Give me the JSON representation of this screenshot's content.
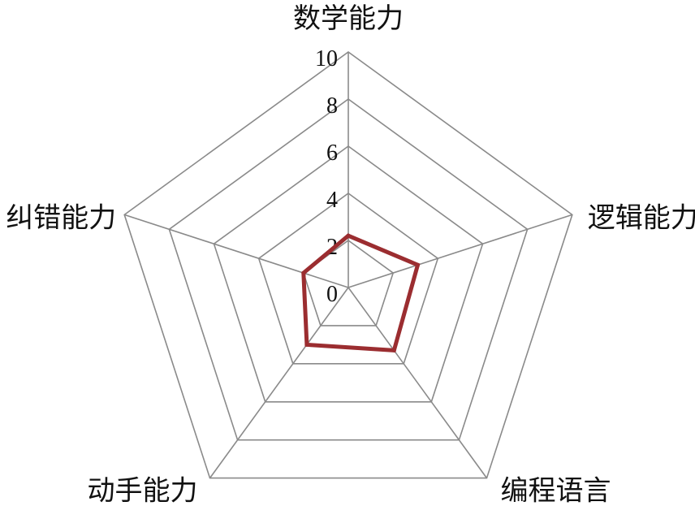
{
  "chart_data": {
    "type": "radar",
    "categories": [
      "数学能力",
      "逻辑能力",
      "编程语言",
      "动手能力",
      "纠错能力"
    ],
    "series": [
      {
        "values": [
          2.2,
          3.1,
          3.3,
          3.0,
          2.0
        ]
      }
    ],
    "r_ticks": [
      "0",
      "2",
      "4",
      "6",
      "8",
      "10"
    ],
    "r_range": [
      0,
      10
    ],
    "grid": true,
    "legend": "none",
    "colors": {
      "grid": "#8a8a8a",
      "series": "#9b2d30",
      "text": "#111111"
    }
  }
}
